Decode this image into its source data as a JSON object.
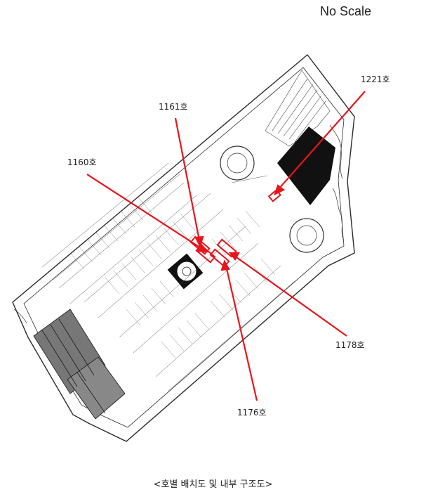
{
  "scale_note": "No Scale",
  "caption": "<호별 배치도 및 내부 구조도>",
  "callouts": {
    "unit_1221": "1221호",
    "unit_1161": "1161호",
    "unit_1160": "1160호",
    "unit_1178": "1178호",
    "unit_1176": "1176호"
  },
  "colors": {
    "callout": "#e8141c",
    "linework": "#2a2a2a",
    "fill_dark": "#111111"
  }
}
